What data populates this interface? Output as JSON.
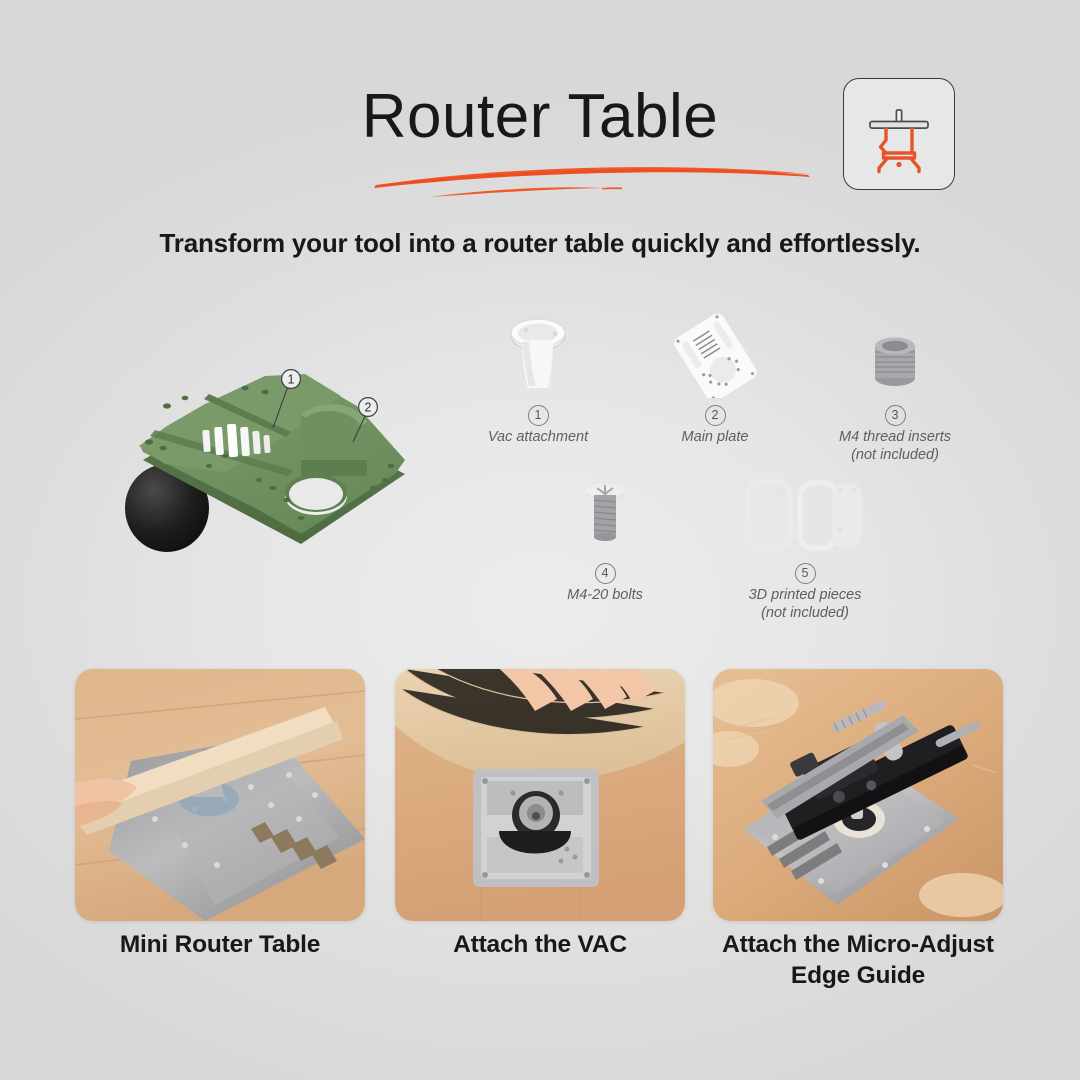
{
  "header": {
    "title": "Router Table",
    "subtitle": "Transform your tool into a router table quickly and effortlessly.",
    "badge_icon": "router-table-icon",
    "accent_color": "#F05A28",
    "text_color": "#16181A"
  },
  "render": {
    "name": "green-3d-assembly-render",
    "color": "#6E8F5E",
    "callouts": [
      {
        "number": "1"
      },
      {
        "number": "2"
      }
    ]
  },
  "parts": [
    {
      "number": "1",
      "label": "Vac attachment",
      "sublabel": "",
      "icon": "vac-attachment-part"
    },
    {
      "number": "2",
      "label": "Main plate",
      "sublabel": "",
      "icon": "main-plate-part"
    },
    {
      "number": "3",
      "label": "M4 thread inserts",
      "sublabel": "(not included)",
      "icon": "thread-insert-part"
    },
    {
      "number": "4",
      "label": "M4-20 bolts",
      "sublabel": "",
      "icon": "bolt-part"
    },
    {
      "number": "5",
      "label": "3D printed pieces",
      "sublabel": "(not included)",
      "icon": "printed-pieces-part"
    }
  ],
  "cards": [
    {
      "caption": "Mini Router Table",
      "photo": "photo-router-plate-with-workpiece"
    },
    {
      "caption": "Attach the VAC",
      "photo": "photo-round-board-vac-attachment"
    },
    {
      "caption": "Attach the Micro-Adjust Edge Guide",
      "photo": "photo-plate-with-edge-guide"
    }
  ]
}
